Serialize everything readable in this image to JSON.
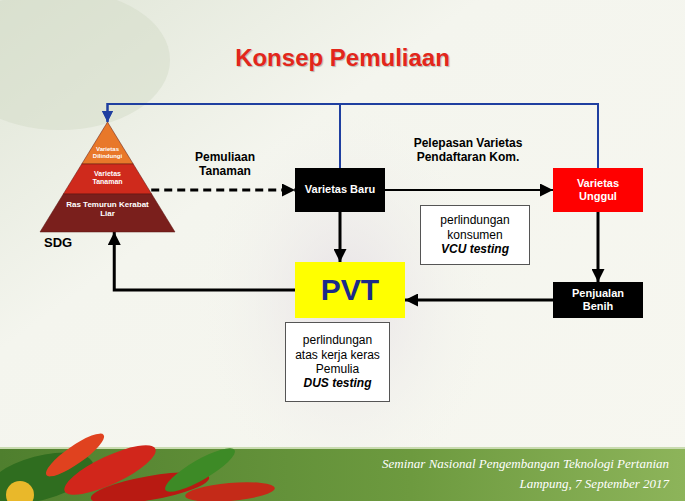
{
  "diagram": {
    "title": "Konsep Pemuliaan",
    "nodes": [
      {
        "text": [
          "Varietas Dilindungi",
          "Varietas Tanaman",
          "Ras Temurun Kerabat Liar",
          "SDG"
        ]
      },
      {
        "text": [
          "Varietas Baru"
        ]
      },
      {
        "text": [
          "Varietas Unggul"
        ]
      },
      {
        "text": [
          "perlindungan konsumen",
          "VCU testing"
        ]
      },
      {
        "text": [
          "PVT"
        ]
      },
      {
        "text": [
          "Penjualan Benih"
        ]
      },
      {
        "text": [
          "perlindungan atas kerja keras Pemulia",
          "DUS testing"
        ]
      }
    ],
    "edges": [
      {
        "from": 0,
        "to": 1,
        "arrow": "to",
        "label": "Pemuliaan Tanaman"
      },
      {
        "from": 1,
        "to": 2,
        "arrow": "to",
        "label": "Pelepasan Varietas Pendaftaran Kom."
      },
      {
        "from": 1,
        "to": 0,
        "arrow": "to"
      },
      {
        "from": 2,
        "to": 0,
        "arrow": "to"
      },
      {
        "from": 1,
        "to": 4,
        "arrow": "to"
      },
      {
        "from": 2,
        "to": 5,
        "arrow": "to"
      },
      {
        "from": 5,
        "to": 4,
        "arrow": "to"
      },
      {
        "from": 4,
        "to": 0,
        "arrow": "to"
      }
    ],
    "labels": [
      "Seminar Nasional Pengembangan Teknologi Pertanian",
      "Lampung, 7 September 2017"
    ]
  }
}
